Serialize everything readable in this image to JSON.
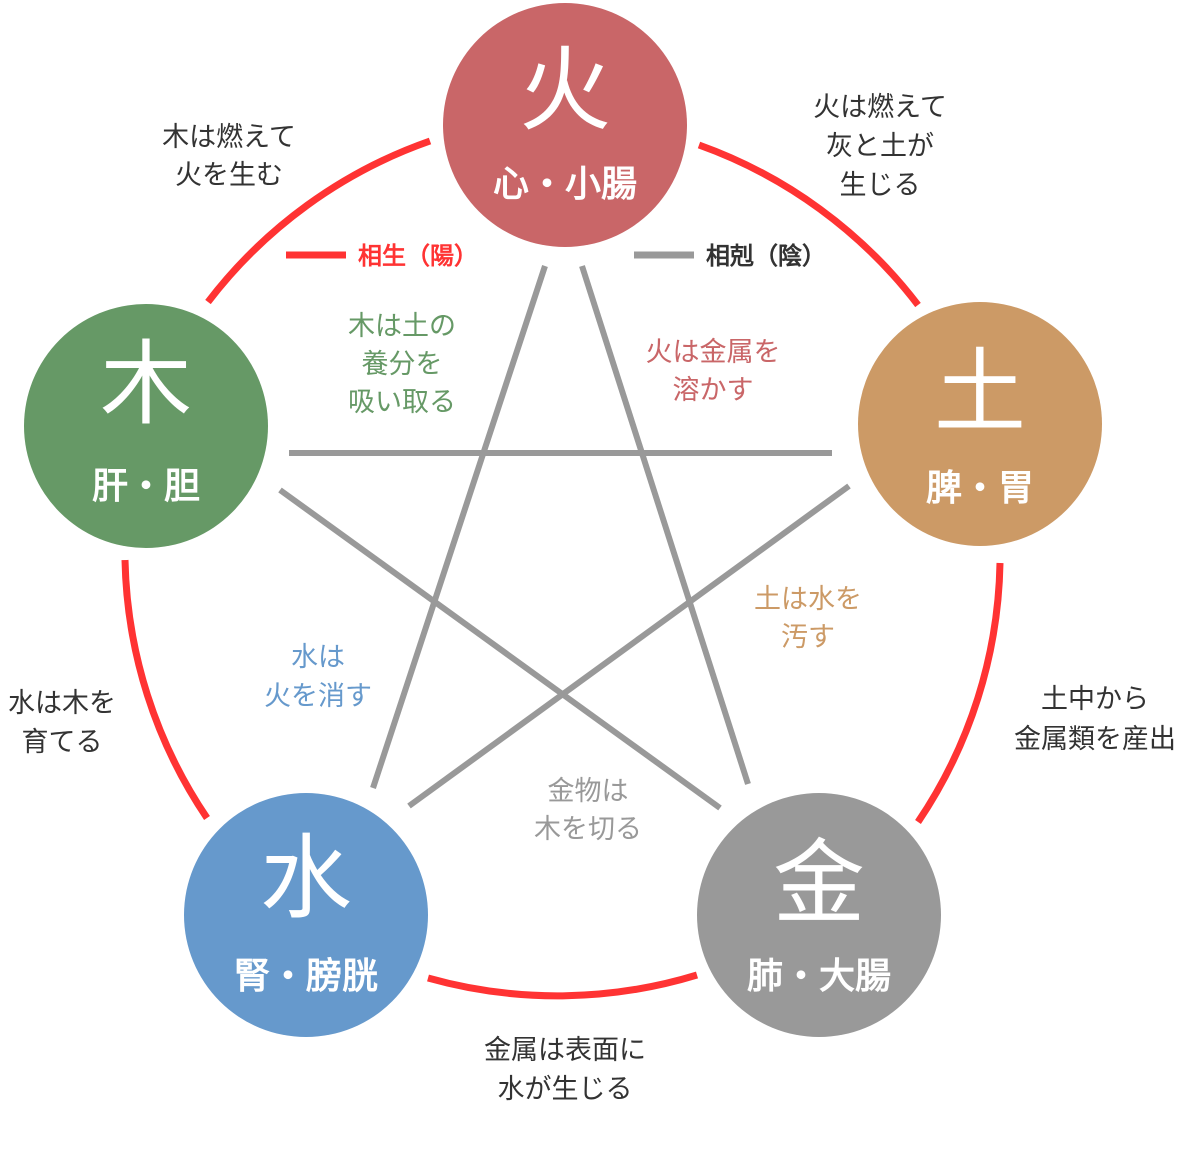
{
  "colors": {
    "sheng": "#ff3333",
    "ke": "#999999",
    "fire": "#c96668",
    "earth": "#cc9a66",
    "metal": "#999999",
    "water": "#6699cc",
    "wood": "#669966",
    "text": "#333333"
  },
  "nodes": {
    "fire": {
      "element": "火",
      "organs": "心・小腸"
    },
    "earth": {
      "element": "土",
      "organs": "脾・胃"
    },
    "metal": {
      "element": "金",
      "organs": "肺・大腸"
    },
    "water": {
      "element": "水",
      "organs": "腎・膀胱"
    },
    "wood": {
      "element": "木",
      "organs": "肝・胆"
    }
  },
  "legend": {
    "sheng": "相生（陽）",
    "ke": "相剋（陰）"
  },
  "sheng_labels": {
    "wood_fire": [
      "木は燃えて",
      "火を生む"
    ],
    "fire_earth": [
      "火は燃えて",
      "灰と土が",
      "生じる"
    ],
    "earth_metal": [
      "土中から",
      "金属類を産出"
    ],
    "metal_water": [
      "金属は表面に",
      "水が生じる"
    ],
    "water_wood": [
      "水は木を",
      "育てる"
    ]
  },
  "ke_labels": {
    "wood_earth": [
      "木は土の",
      "養分を",
      "吸い取る"
    ],
    "fire_metal": [
      "火は金属を",
      "溶かす"
    ],
    "earth_water": [
      "土は水を",
      "汚す"
    ],
    "water_fire": [
      "水は",
      "火を消す"
    ],
    "metal_wood": [
      "金物は",
      "木を切る"
    ]
  }
}
